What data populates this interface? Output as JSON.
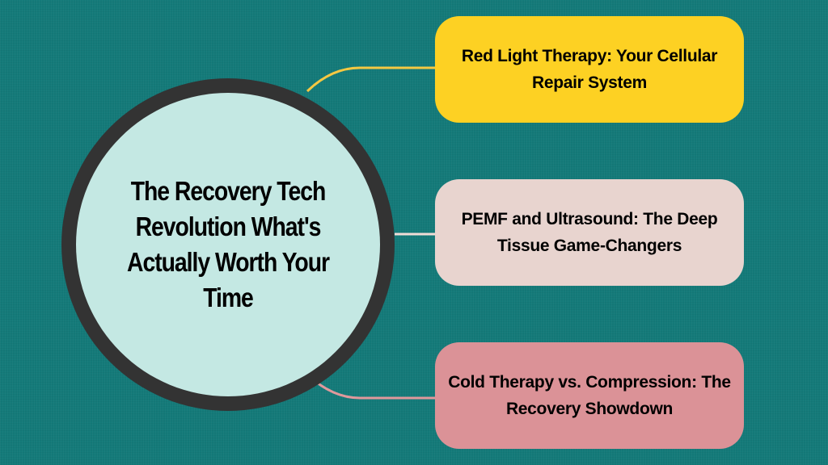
{
  "hub": {
    "title": "The Recovery Tech Revolution What's Actually Worth Your Time",
    "fill_color": "#c4e8e3",
    "ring_color": "#333333"
  },
  "nodes": [
    {
      "label": "Red Light Therapy: Your Cellular Repair System",
      "color": "#fdd123",
      "connector_color": "#f5c842"
    },
    {
      "label": "PEMF and Ultrasound: The Deep Tissue Game-Changers",
      "color": "#e8d4cf",
      "connector_color": "#f0dcd6"
    },
    {
      "label": "Cold Therapy vs. Compression: The Recovery Showdown",
      "color": "#db9297",
      "connector_color": "#e0999c"
    }
  ],
  "background_color": "#147a79"
}
